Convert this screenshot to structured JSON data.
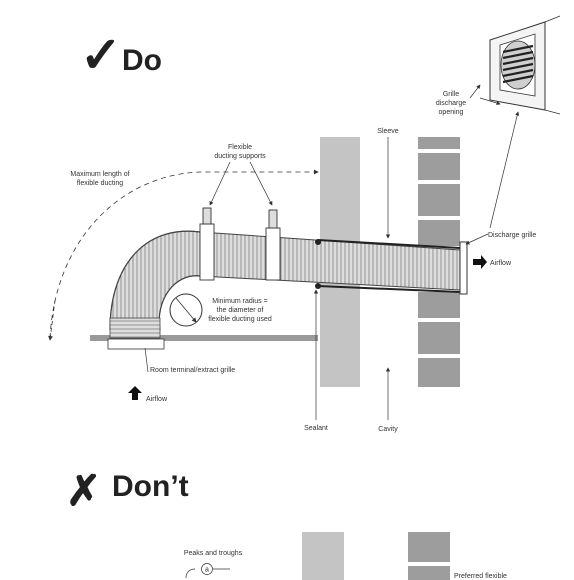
{
  "do_section": {
    "check_mark": "✓",
    "heading": "Do"
  },
  "dont_section": {
    "cross_mark": "✗",
    "heading": "Don’t"
  },
  "labels": {
    "grille_opening": [
      "Grille",
      "discharge",
      "opening"
    ],
    "sleeve": "Sleeve",
    "flexible_supports": [
      "Flexible",
      "ducting supports"
    ],
    "max_length": [
      "Maximum length of",
      "flexible ducting"
    ],
    "discharge_grille": "Discharge grille",
    "airflow_right": "Airflow",
    "min_radius": [
      "Minimum radius =",
      "the diameter of",
      "flexible ducting used"
    ],
    "room_terminal": "Room terminal/extract grille",
    "airflow_up": "Airflow",
    "sealant": "Sealant",
    "cavity": "Cavity",
    "peaks_troughs": "Peaks and troughs",
    "marker_a": "a",
    "preferred_flexible": "Preferred flexible"
  },
  "colors": {
    "wall_light": "#c4c4c4",
    "brick": "#9d9d9d",
    "line": "#333333",
    "duct_fill": "#e6e6e6"
  },
  "icons": {
    "check": "check-icon",
    "cross": "cross-icon",
    "airflow": "arrow-icon"
  }
}
